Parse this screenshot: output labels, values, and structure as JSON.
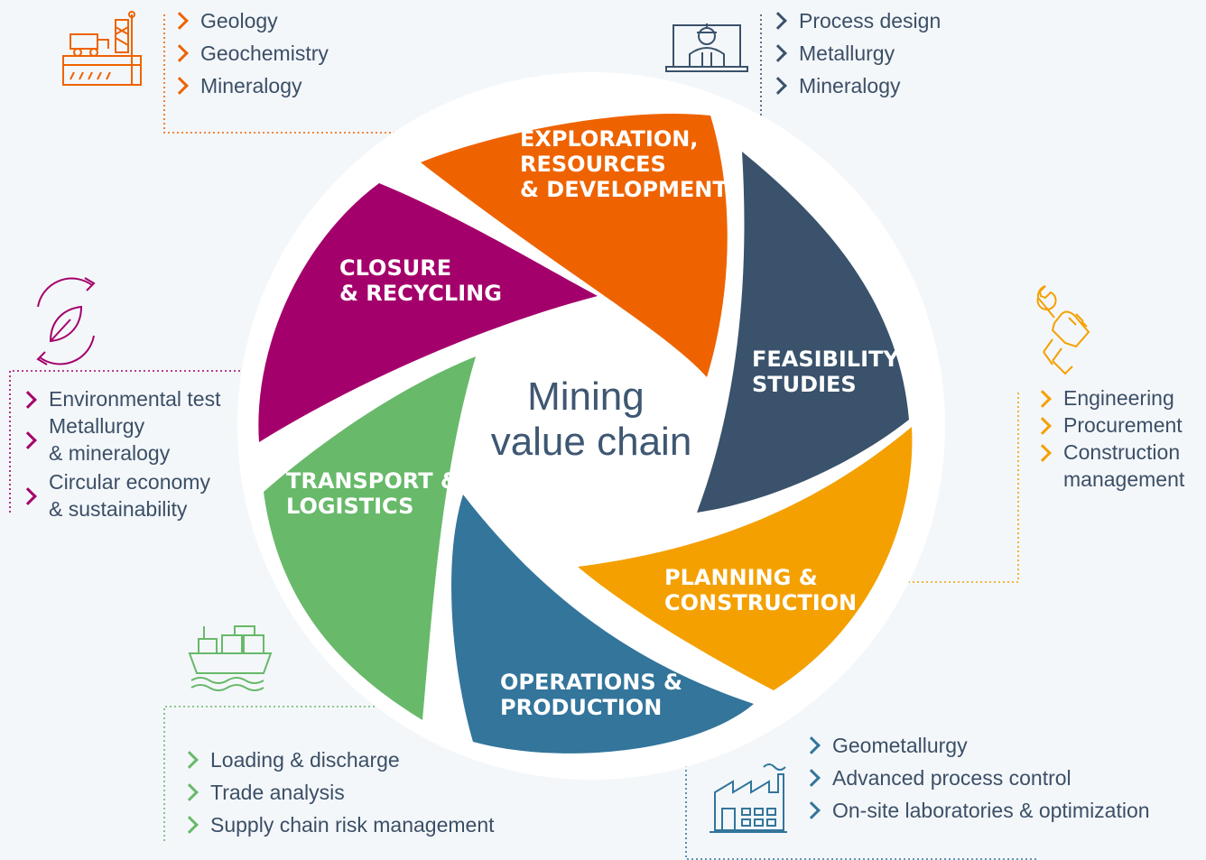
{
  "diagram": {
    "center_title": [
      "Mining",
      "value chain"
    ],
    "segments": [
      {
        "id": "exploration",
        "lines": [
          "EXPLORATION,",
          "RESOURCES",
          "& DEVELOPMENT"
        ],
        "color": "#ee6300"
      },
      {
        "id": "feasibility",
        "lines": [
          "FEASIBILITY",
          "STUDIES"
        ],
        "color": "#3a526b"
      },
      {
        "id": "planning",
        "lines": [
          "PLANNING &",
          "CONSTRUCTION"
        ],
        "color": "#f4a000"
      },
      {
        "id": "operations",
        "lines": [
          "OPERATIONS &",
          "PRODUCTION"
        ],
        "color": "#33759b"
      },
      {
        "id": "transport",
        "lines": [
          "TRANSPORT &",
          "LOGISTICS"
        ],
        "color": "#68b96a"
      },
      {
        "id": "closure",
        "lines": [
          "CLOSURE",
          "& RECYCLING"
        ],
        "color": "#a4006b"
      }
    ]
  },
  "lists": {
    "exploration": {
      "color": "#ee6300",
      "items": [
        "Geology",
        "Geochemistry",
        "Mineralogy"
      ]
    },
    "feasibility": {
      "color": "#3a526b",
      "items": [
        "Process design",
        "Metallurgy",
        "Mineralogy"
      ]
    },
    "planning": {
      "color": "#f4a000",
      "items": [
        "Engineering",
        "Procurement",
        "Construction",
        "management"
      ]
    },
    "operations": {
      "color": "#33759b",
      "items": [
        "Geometallurgy",
        "Advanced process control",
        "On-site laboratories & optimization"
      ]
    },
    "transport": {
      "color": "#68b96a",
      "items": [
        "Loading & discharge",
        "Trade analysis",
        "Supply chain risk management"
      ]
    },
    "closure": {
      "color": "#a4006b",
      "items": [
        "Environmental test",
        "Metallurgy",
        "& mineralogy",
        "Circular economy",
        "& sustainability"
      ]
    }
  },
  "icons": {
    "exploration": "drilling-rig-icon",
    "feasibility": "engineer-laptop-icon",
    "planning": "wrench-hand-icon",
    "operations": "factory-icon",
    "transport": "cargo-ship-icon",
    "closure": "recycle-leaf-icon"
  }
}
